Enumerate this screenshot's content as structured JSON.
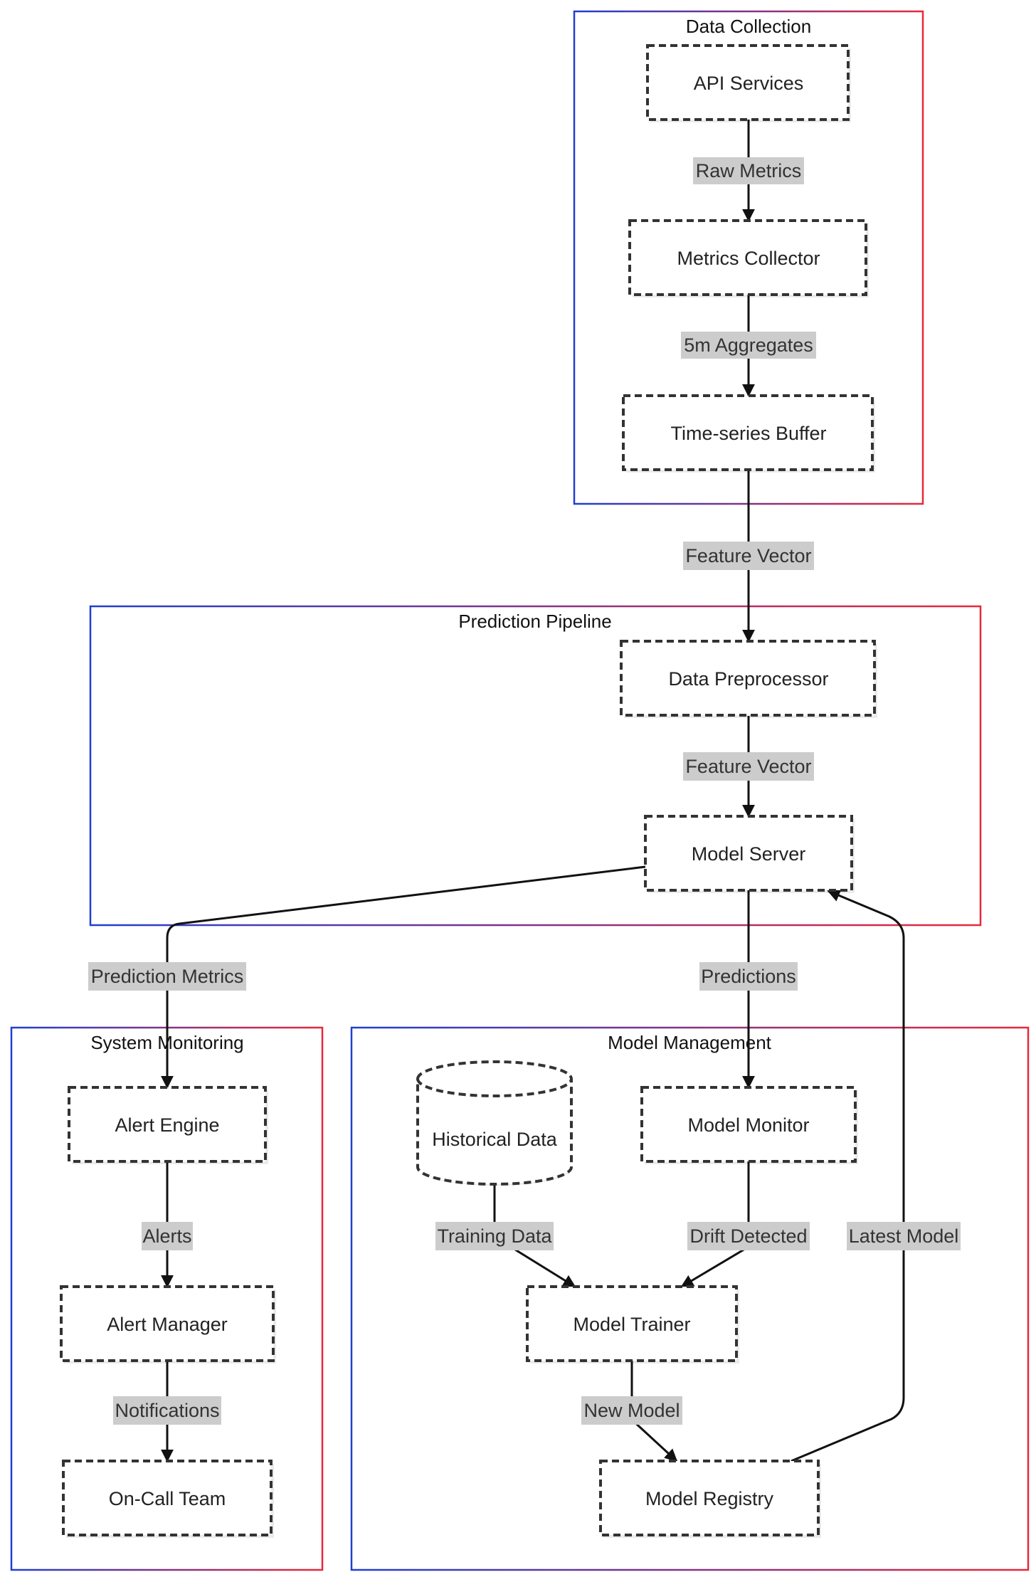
{
  "clusters": {
    "data_collection": "Data Collection",
    "prediction_pipeline": "Prediction Pipeline",
    "system_monitoring": "System Monitoring",
    "model_management": "Model Management"
  },
  "nodes": {
    "api_services": "API Services",
    "metrics_collector": "Metrics Collector",
    "timeseries_buffer": "Time-series Buffer",
    "data_preprocessor": "Data Preprocessor",
    "model_server": "Model Server",
    "alert_engine": "Alert Engine",
    "alert_manager": "Alert Manager",
    "oncall_team": "On-Call Team",
    "historical_data": "Historical Data",
    "model_monitor": "Model Monitor",
    "model_trainer": "Model Trainer",
    "model_registry": "Model Registry"
  },
  "edges": {
    "raw_metrics": "Raw Metrics",
    "aggregates_5m": "5m Aggregates",
    "feature_vector_1": "Feature Vector",
    "feature_vector_2": "Feature Vector",
    "prediction_metrics": "Prediction Metrics",
    "predictions": "Predictions",
    "alerts": "Alerts",
    "notifications": "Notifications",
    "training_data": "Training Data",
    "drift_detected": "Drift Detected",
    "latest_model": "Latest Model",
    "new_model": "New Model"
  },
  "colors": {
    "cluster_gradient_start": "#1f3fd1",
    "cluster_gradient_end": "#e8283c",
    "edge_label_bg": "#cccccc",
    "node_border": "#333333"
  }
}
